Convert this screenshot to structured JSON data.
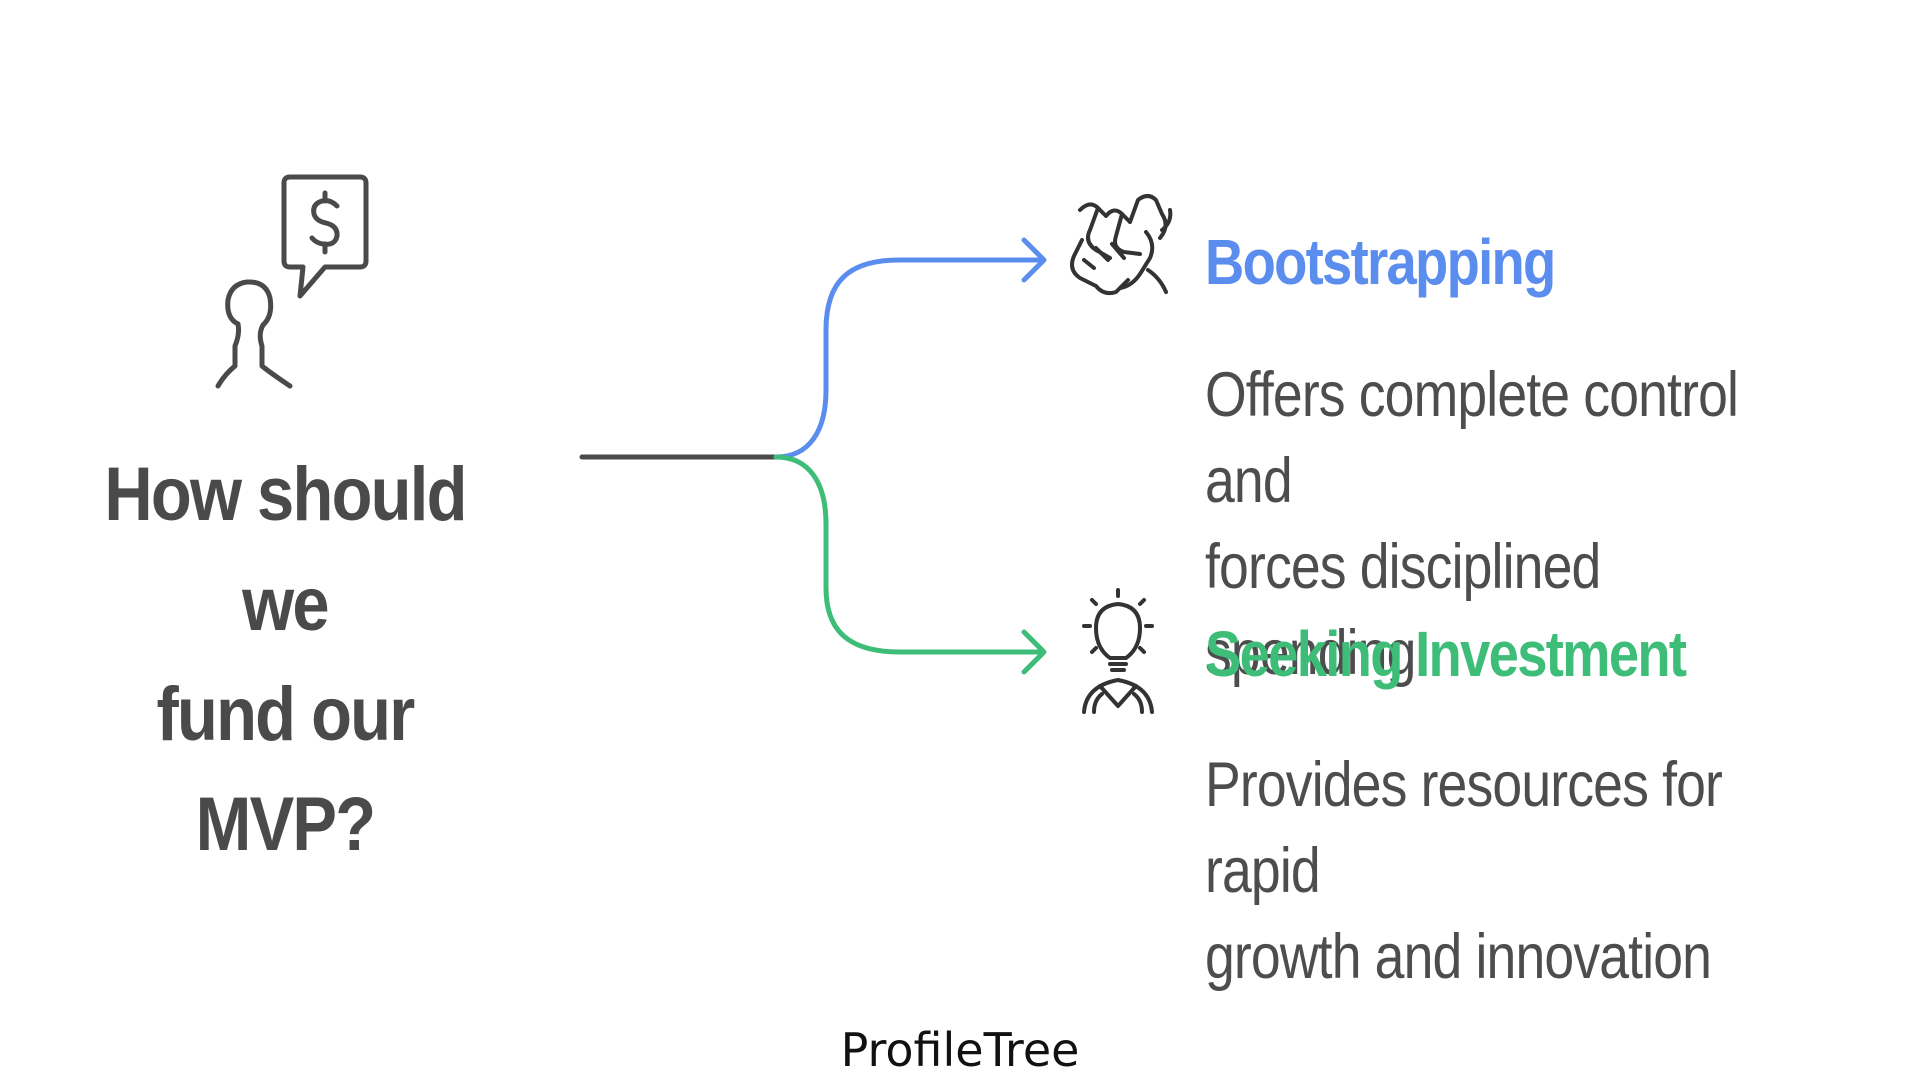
{
  "question": {
    "line1": "How should we",
    "line2": "fund our MVP?",
    "icon": "person-with-dollar-speech-bubble-icon"
  },
  "options": [
    {
      "title": "Bootstrapping",
      "line1": "Offers complete control and",
      "line2": "forces disciplined spending",
      "color": "#5b8def",
      "icon": "shaking-hands-icon"
    },
    {
      "title": "Seeking Investment",
      "line1": "Provides resources for rapid",
      "line2": "growth and innovation",
      "color": "#3dbd78",
      "icon": "lightbulb-person-icon"
    }
  ],
  "colors": {
    "text": "#4a4a4a",
    "stem": "#4a4a4a"
  },
  "footer": "ProfileTree"
}
